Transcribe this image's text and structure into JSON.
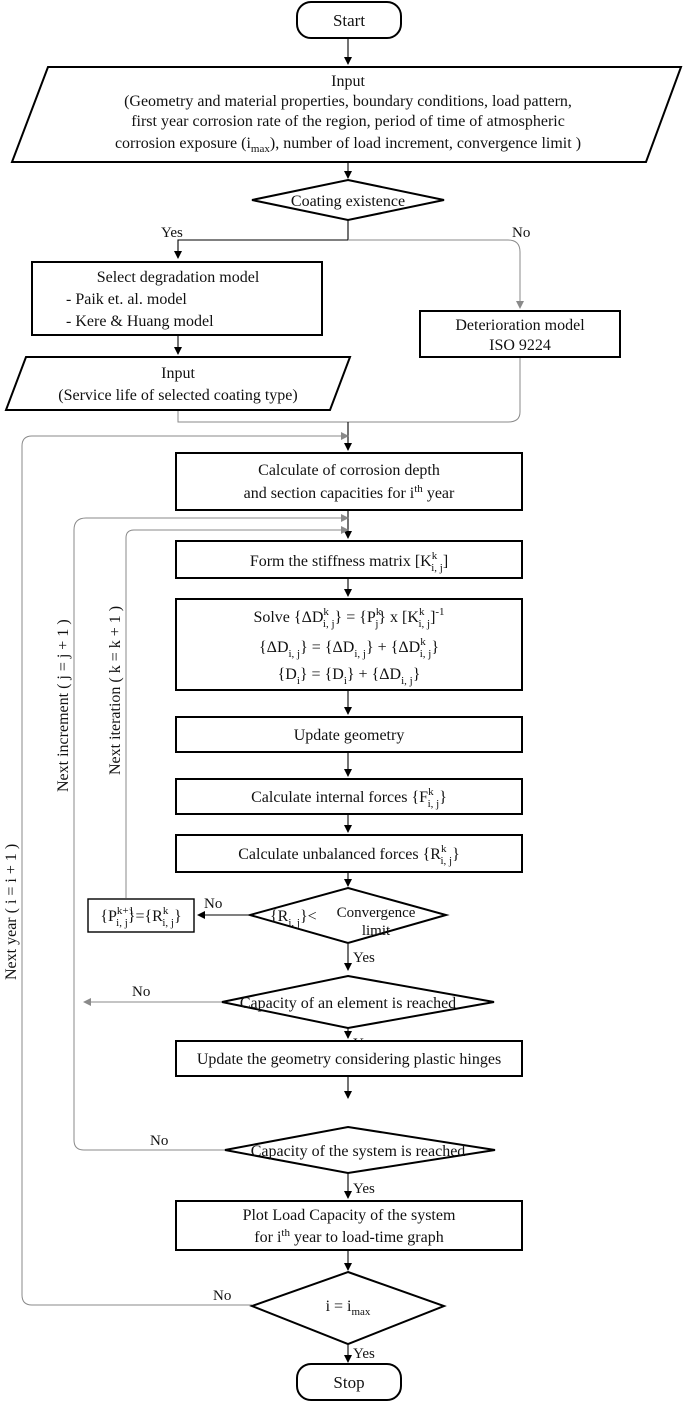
{
  "start": "Start",
  "input1": {
    "title": "Input",
    "line1": "(Geometry and material properties, boundary conditions, load pattern,",
    "line2": "first year corrosion rate of the region, period of time of atmospheric",
    "line3_pre": "corrosion exposure (i",
    "line3_sub": "max",
    "line3_post": "), number of load increment, convergence limit )"
  },
  "coating": "Coating existence",
  "yes": "Yes",
  "no": "No",
  "degradation": {
    "title": "Select degradation model",
    "item1": "-   Paik et. al. model",
    "item2": "-   Kere & Huang model"
  },
  "deterioration": {
    "line1": "Deterioration model",
    "line2": "ISO 9224"
  },
  "input2": {
    "title": "Input",
    "line1": "(Service life of selected coating type)"
  },
  "corrosion": {
    "line1": "Calculate of corrosion depth",
    "line2_pre": "and  section capacities for i",
    "line2_sup": "th",
    "line2_post": " year"
  },
  "stiffness": {
    "pre": "Form the stiffness matrix [K",
    "sup": "k",
    "sub": "i, j",
    "post": "]"
  },
  "solve": {
    "l1_a": "Solve  {ΔD",
    "l1_b": "}  = {P",
    "l1_c": "}  x [K",
    "l1_d": "]",
    "l1_sup_k": "k",
    "l1_sub_ij": "i, j",
    "l1_sub_j": "j",
    "l1_inv": "-1",
    "l2_a": "{ΔD",
    "l2_b": "}  = {ΔD",
    "l2_c": "}  +  {ΔD",
    "l2_d": "}",
    "l3_a": "{D",
    "l3_b": "}  = {D",
    "l3_c": "} + {ΔD",
    "l3_d": "}",
    "sub_i": "i"
  },
  "update_geometry": "Update geometry",
  "internal": {
    "pre": "Calculate internal forces  {F",
    "post": "}"
  },
  "unbalanced": {
    "pre": "Calculate unbalanced forces  {R",
    "post": "}"
  },
  "convergence": {
    "pre": "{R",
    "post": "}<",
    "word1": "Convergence",
    "word2": "limit"
  },
  "p_update": {
    "a": "{P",
    "b": "}={R",
    "c": "}",
    "sup_k1": "k+1",
    "sup_k": "k",
    "sub_ij": "i, j"
  },
  "capacity_element": "Capacity of an element is reached",
  "update_plastic": "Update the geometry considering plastic hinges",
  "capacity_system": "Capacity of the system is reached",
  "plot": {
    "line1": "Plot  Load Capacity of the system",
    "line2_pre": "for i",
    "line2_sup": "th",
    "line2_post": " year to load-time graph"
  },
  "imax": {
    "pre": "i = i",
    "sub": "max"
  },
  "stop": "Stop",
  "loops": {
    "next_year": "Next year ( i = i + 1 )",
    "next_increment": "Next increment ( j = j + 1 )",
    "next_iteration": "Next iteration ( k = k + 1 )"
  }
}
